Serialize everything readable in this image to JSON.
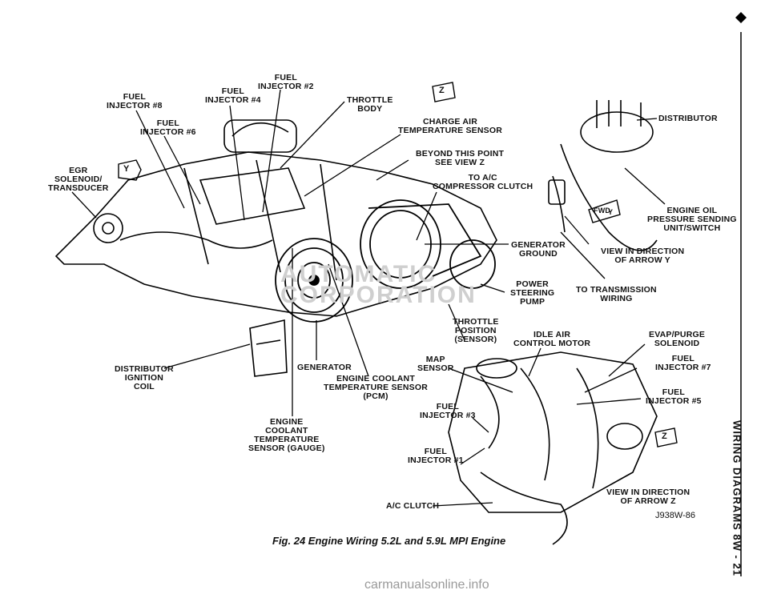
{
  "labels": {
    "fuel_injector_2": [
      "FUEL",
      "INJECTOR #2"
    ],
    "fuel_injector_4": [
      "FUEL",
      "INJECTOR #4"
    ],
    "fuel_injector_8": [
      "FUEL",
      "INJECTOR #8"
    ],
    "fuel_injector_6": [
      "FUEL",
      "INJECTOR #6"
    ],
    "throttle_body": [
      "THROTTLE",
      "BODY"
    ],
    "charge_air_temp": [
      "CHARGE AIR",
      "TEMPERATURE SENSOR"
    ],
    "beyond_point": [
      "BEYOND THIS POINT",
      "SEE VIEW Z"
    ],
    "ac_compressor": [
      "TO A/C",
      "COMPRESSOR CLUTCH"
    ],
    "egr": [
      "EGR",
      "SOLENOID/",
      "TRANSDUCER"
    ],
    "distributor": "DISTRIBUTOR",
    "oil_pressure": [
      "ENGINE OIL",
      "PRESSURE SENDING",
      "UNIT/SWITCH"
    ],
    "generator_ground": [
      "GENERATOR",
      "GROUND"
    ],
    "view_y": [
      "VIEW IN DIRECTION",
      "OF ARROW Y"
    ],
    "power_steering": [
      "POWER",
      "STEERING",
      "PUMP"
    ],
    "transmission": [
      "TO TRANSMISSION",
      "WIRING"
    ],
    "throttle_position": [
      "THROTTLE",
      "POSITION",
      "(SENSOR)"
    ],
    "idle_air": [
      "IDLE AIR",
      "CONTROL MOTOR"
    ],
    "evap_purge": [
      "EVAP/PURGE",
      "SOLENOID"
    ],
    "fuel_injector_7": [
      "FUEL",
      "INJECTOR #7"
    ],
    "map_sensor": [
      "MAP",
      "SENSOR"
    ],
    "distributor_coil": [
      "DISTRIBUTOR",
      "IGNITION",
      "COIL"
    ],
    "generator": "GENERATOR",
    "ect_pcm": [
      "ENGINE COOLANT",
      "TEMPERATURE SENSOR",
      "(PCM)"
    ],
    "fuel_injector_5": [
      "FUEL",
      "INJECTOR #5"
    ],
    "fuel_injector_3": [
      "FUEL",
      "INJECTOR #3"
    ],
    "ect_gauge": [
      "ENGINE",
      "COOLANT",
      "TEMPERATURE",
      "SENSOR (GAUGE)"
    ],
    "fuel_injector_1": [
      "FUEL",
      "INJECTOR #1"
    ],
    "view_z": [
      "VIEW IN DIRECTION",
      "OF ARROW Z"
    ],
    "ac_clutch": "A/C CLUTCH"
  },
  "view_badges": {
    "z1": "Z",
    "y1": "Y",
    "y2": "Y",
    "z2": "Z",
    "fwd": "FWD"
  },
  "drawing_code": "J938W-86",
  "caption": "Fig. 24 Engine Wiring 5.2L and 5.9L MPI Engine",
  "side_tab": "WIRING DIAGRAMS    8W - 21",
  "watermark": [
    "AUTOMATIC",
    "CORPORATION"
  ],
  "footer": "carmanualsonline.info"
}
